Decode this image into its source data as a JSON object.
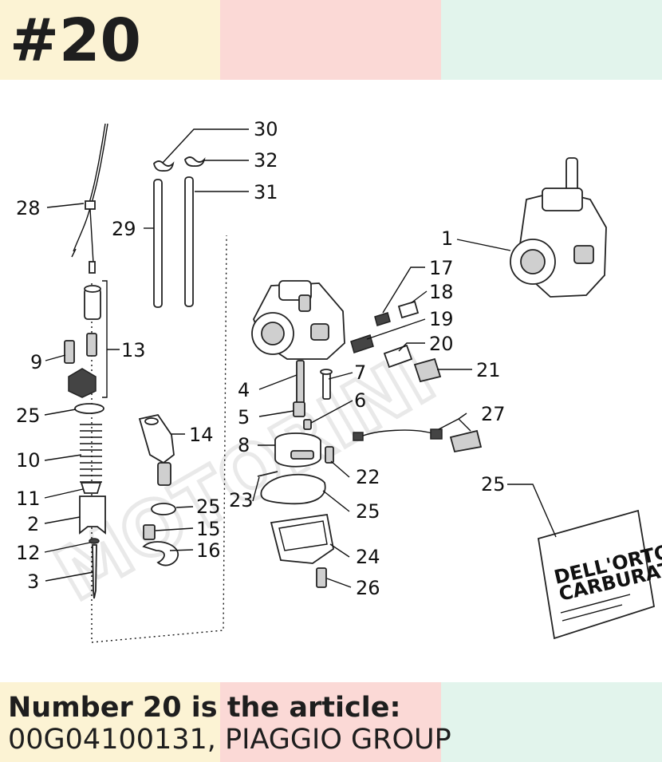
{
  "heading": "#20",
  "caption": {
    "line1": "Number 20 is the article:",
    "line2": "00G04100131, PIAGGIO GROUP"
  },
  "diagram": {
    "part_labels": [
      "1",
      "2",
      "3",
      "4",
      "5",
      "6",
      "7",
      "8",
      "9",
      "10",
      "11",
      "12",
      "13",
      "14",
      "15",
      "16",
      "17",
      "18",
      "19",
      "20",
      "21",
      "22",
      "23",
      "24",
      "25",
      "26",
      "27",
      "28",
      "29",
      "30",
      "31",
      "32"
    ],
    "duplicate_labels": [
      "25",
      "25",
      "25",
      "25"
    ],
    "packet_text": {
      "brand": "DELL'ORTO",
      "subtitle": "CARBURATORI"
    },
    "watermark": "MOTORINI"
  },
  "colors": {
    "band_yellow": "#fcf3d4",
    "band_pink": "#fbd9d6",
    "band_mint": "#e2f4ec",
    "text": "#1e1e1e"
  }
}
